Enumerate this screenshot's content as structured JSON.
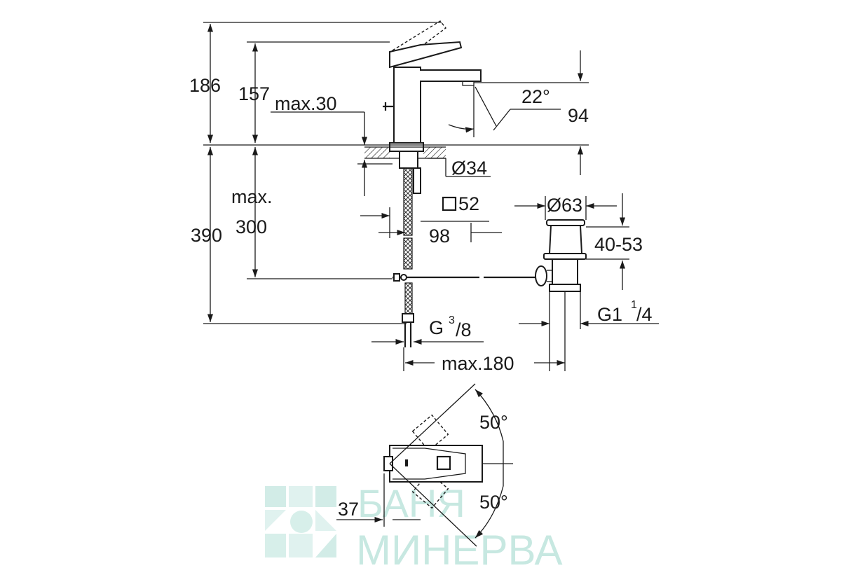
{
  "dimensions": {
    "height_total": "186",
    "height_spout": "157",
    "max_thickness": "max.30",
    "spout_angle": "22°",
    "spout_reach": "94",
    "hole_diameter": "Ø34",
    "max_label": "max.",
    "tube_length": "300",
    "square_size": "52",
    "tube_offset": "98",
    "total_depth": "390",
    "waste_diameter": "Ø63",
    "waste_range": "40-53",
    "waste_thread_main": "G1",
    "waste_thread_sup": "1",
    "waste_thread_sub": "/4",
    "inlet_thread_main": "G",
    "inlet_thread_sup": "3",
    "inlet_thread_sub": "/8",
    "max_distance": "max.180",
    "lever_angle_up": "50°",
    "lever_angle_down": "50°",
    "lever_offset": "37"
  },
  "watermark": {
    "line1": "БАНЯ",
    "line2": "МИНЕРВА"
  },
  "colors": {
    "line": "#1a1a1a",
    "watermark": "#9ad6c9"
  }
}
